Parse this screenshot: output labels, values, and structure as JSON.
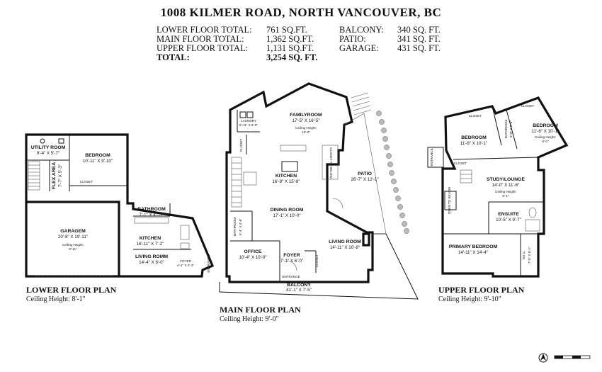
{
  "title": "1008 KILMER ROAD, NORTH VANCOUVER, BC",
  "totals": [
    {
      "label": "LOWER FLOOR TOTAL:",
      "value": "761 SQ.FT.",
      "label2": "BALCONY:",
      "value2": "340 SQ. FT."
    },
    {
      "label": "MAIN FLOOR TOTAL:",
      "value": "1,362 SQ.FT.",
      "label2": "PATIO:",
      "value2": "341 SQ. FT."
    },
    {
      "label": "UPPER FLOOR TOTAL:",
      "value": "1,131 SQ.FT.",
      "label2": "GARAGE:",
      "value2": "431 SQ. FT."
    },
    {
      "label": "TOTAL:",
      "value": "3,254 SQ. FT."
    }
  ],
  "lower": {
    "title": "LOWER FLOOR PLAN",
    "ceiling": "Ceiling Height: 8'-1\"",
    "rooms": {
      "utility_name": "UTILITY ROOM",
      "utility_dim": "9'-4\" X 5'-7\"",
      "bedroom_name": "BEDROOM",
      "bedroom_dim": "10'-11\" X 9'-10\"",
      "flex_name": "FLEX AREA",
      "flex_dim": "7'-7\" X 5'-3\"",
      "closet": "CLOSET",
      "bathroom_name": "BATHROOM",
      "bathroom_dim": "7'-1\" X 4'-11\"",
      "garage_name": "GARAGEM",
      "garage_dim": "20'-8\" X 19'-11\"",
      "garage_ceiling": "Ceiling Height:",
      "garage_ceiling_val": "8'-11\"",
      "kitchen_name": "KITCHEN",
      "kitchen_dim": "16'-11\" X 7'-2\"",
      "living_name": "LIVING ROMM",
      "living_dim": "14'-4\" X 6'-0\"",
      "foyer_name": "FOYER",
      "foyer_dim": "4'-1\" X 3'-3\"",
      "entrance": "ENTRANCE"
    }
  },
  "main": {
    "title": "MAIN FLOOR PLAN",
    "ceiling": "Ceiling Height: 9'-0\"",
    "rooms": {
      "family_name": "FAMILYROOM",
      "family_dim": "17'-5\" X 16'-5\"",
      "family_ceiling": "Ceiling Height:",
      "family_ceiling_val": "10'-0\"",
      "laundry_name": "LAUNDRY",
      "laundry_dim": "6'-11\" X 6'-0\"",
      "closet": "CLOSET",
      "kitchen_name": "KITCHEN",
      "kitchen_dim": "16'-8\" X 15'-8\"",
      "patio_name": "PATIO",
      "patio_dim": "26'-7\" X 12'-1\"",
      "dining_name": "DINING ROOM",
      "dining_dim": "17'-1\" X 10'-0\"",
      "bathroom_name": "BATHROOM",
      "bathroom_dim": "5'-4\" X 4'-6\"",
      "office_name": "OFFICE",
      "office_dim": "10'-4\" X 10'-0\"",
      "foyer_name": "FOYER",
      "foyer_dim": "7'-1\" X 6'-0\"",
      "living_name": "LIVING ROOM",
      "living_dim": "14'-11\" X 10'-8\"",
      "entrance": "ENTRANCE",
      "balcony_name": "BALCONY",
      "balcony_dim": "41'-1\" X 7'-5\"",
      "wine": "CLOSET TO BELOW"
    }
  },
  "upper": {
    "title": "UPPER FLOOR PLAN",
    "ceiling": "Ceiling Height: 9'-10\"",
    "rooms": {
      "closet": "CLOSET",
      "bathroom_name": "BATHROOM",
      "bathroom_dim": "9'-8\" X 5'-3\"",
      "bedroom1_name": "BEDROOM",
      "bedroom1_dim": "11'-8\" X 10'-1\"",
      "bedroom2_name": "BEDROOM",
      "bedroom2_dim": "11'-6\" X 10'-1\"",
      "bedroom2_ceiling": "Ceiling Height:",
      "bedroom2_ceiling_val": "8'-0\"",
      "entrance": "ENTRANCE",
      "study_name": "STUDY/LOUNGE",
      "study_dim": "14'-0\" X 11'-6\"",
      "study_ceiling": "Ceiling Height:",
      "study_ceiling_val": "8'-1\"",
      "open_below": "OPEN TO BELOW",
      "ensuite_name": "ENSUITE",
      "ensuite_dim": "10'-5\" X 9'-7\"",
      "primary_name": "PRIMARY BEDROOM",
      "primary_dim": "14'-11\" X 14'-4\"",
      "wic_name": "W.I.C.",
      "wic_dim": "7'-5\" X 6'-1\""
    }
  }
}
